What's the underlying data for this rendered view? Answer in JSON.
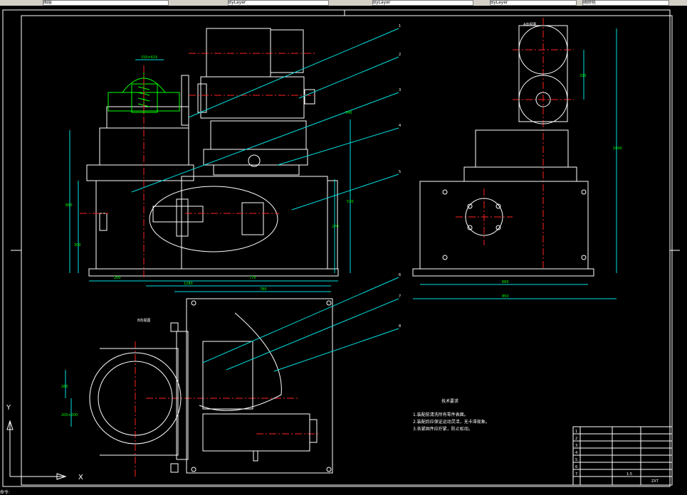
{
  "toolbar": {
    "layer_combo_label": "图层",
    "fields": [
      "ByLayer",
      "ByLayer",
      "ByLayer",
      "随颜色"
    ]
  },
  "drawing": {
    "tech_req_title": "技术要求",
    "tech_req_items": [
      "1.装配前清洗所有零件表面。",
      "2.装配后应保证运动灵活，无卡滞现象。",
      "3.各紧固件应拧紧，防止松动。"
    ],
    "top_view_caption": "B向视图",
    "side_view_caption": "A向视图",
    "dims": {
      "front_left_w": "200",
      "front_base_w": "770",
      "front_base_w2": "1280",
      "plan_w": "780",
      "front_h_total": "660",
      "front_h_mid": "540",
      "front_h_low": "300",
      "front_h_1": "530",
      "front_h_2": "270",
      "top_dim": "150×615",
      "side_w1": "660",
      "side_w2": "850",
      "side_h": "1000",
      "side_h2": "320",
      "plan_h1": "260",
      "plan_h2": "200×200"
    },
    "balloons": [
      "1",
      "2",
      "3",
      "4",
      "5",
      "6",
      "7",
      "8"
    ],
    "title_block": {
      "scale": "1:5",
      "sheet": "ZXT",
      "rows": [
        "1",
        "2",
        "3",
        "4",
        "5",
        "6",
        "7"
      ]
    }
  },
  "ucs": {
    "x_label": "X",
    "y_label": "Y"
  },
  "colors": {
    "geometry": "#ffffff",
    "centerline": "#ff2020",
    "dimension": "#00e0e0",
    "detail": "#00ff00",
    "frame": "#ffffff"
  },
  "status_text": "命令:"
}
